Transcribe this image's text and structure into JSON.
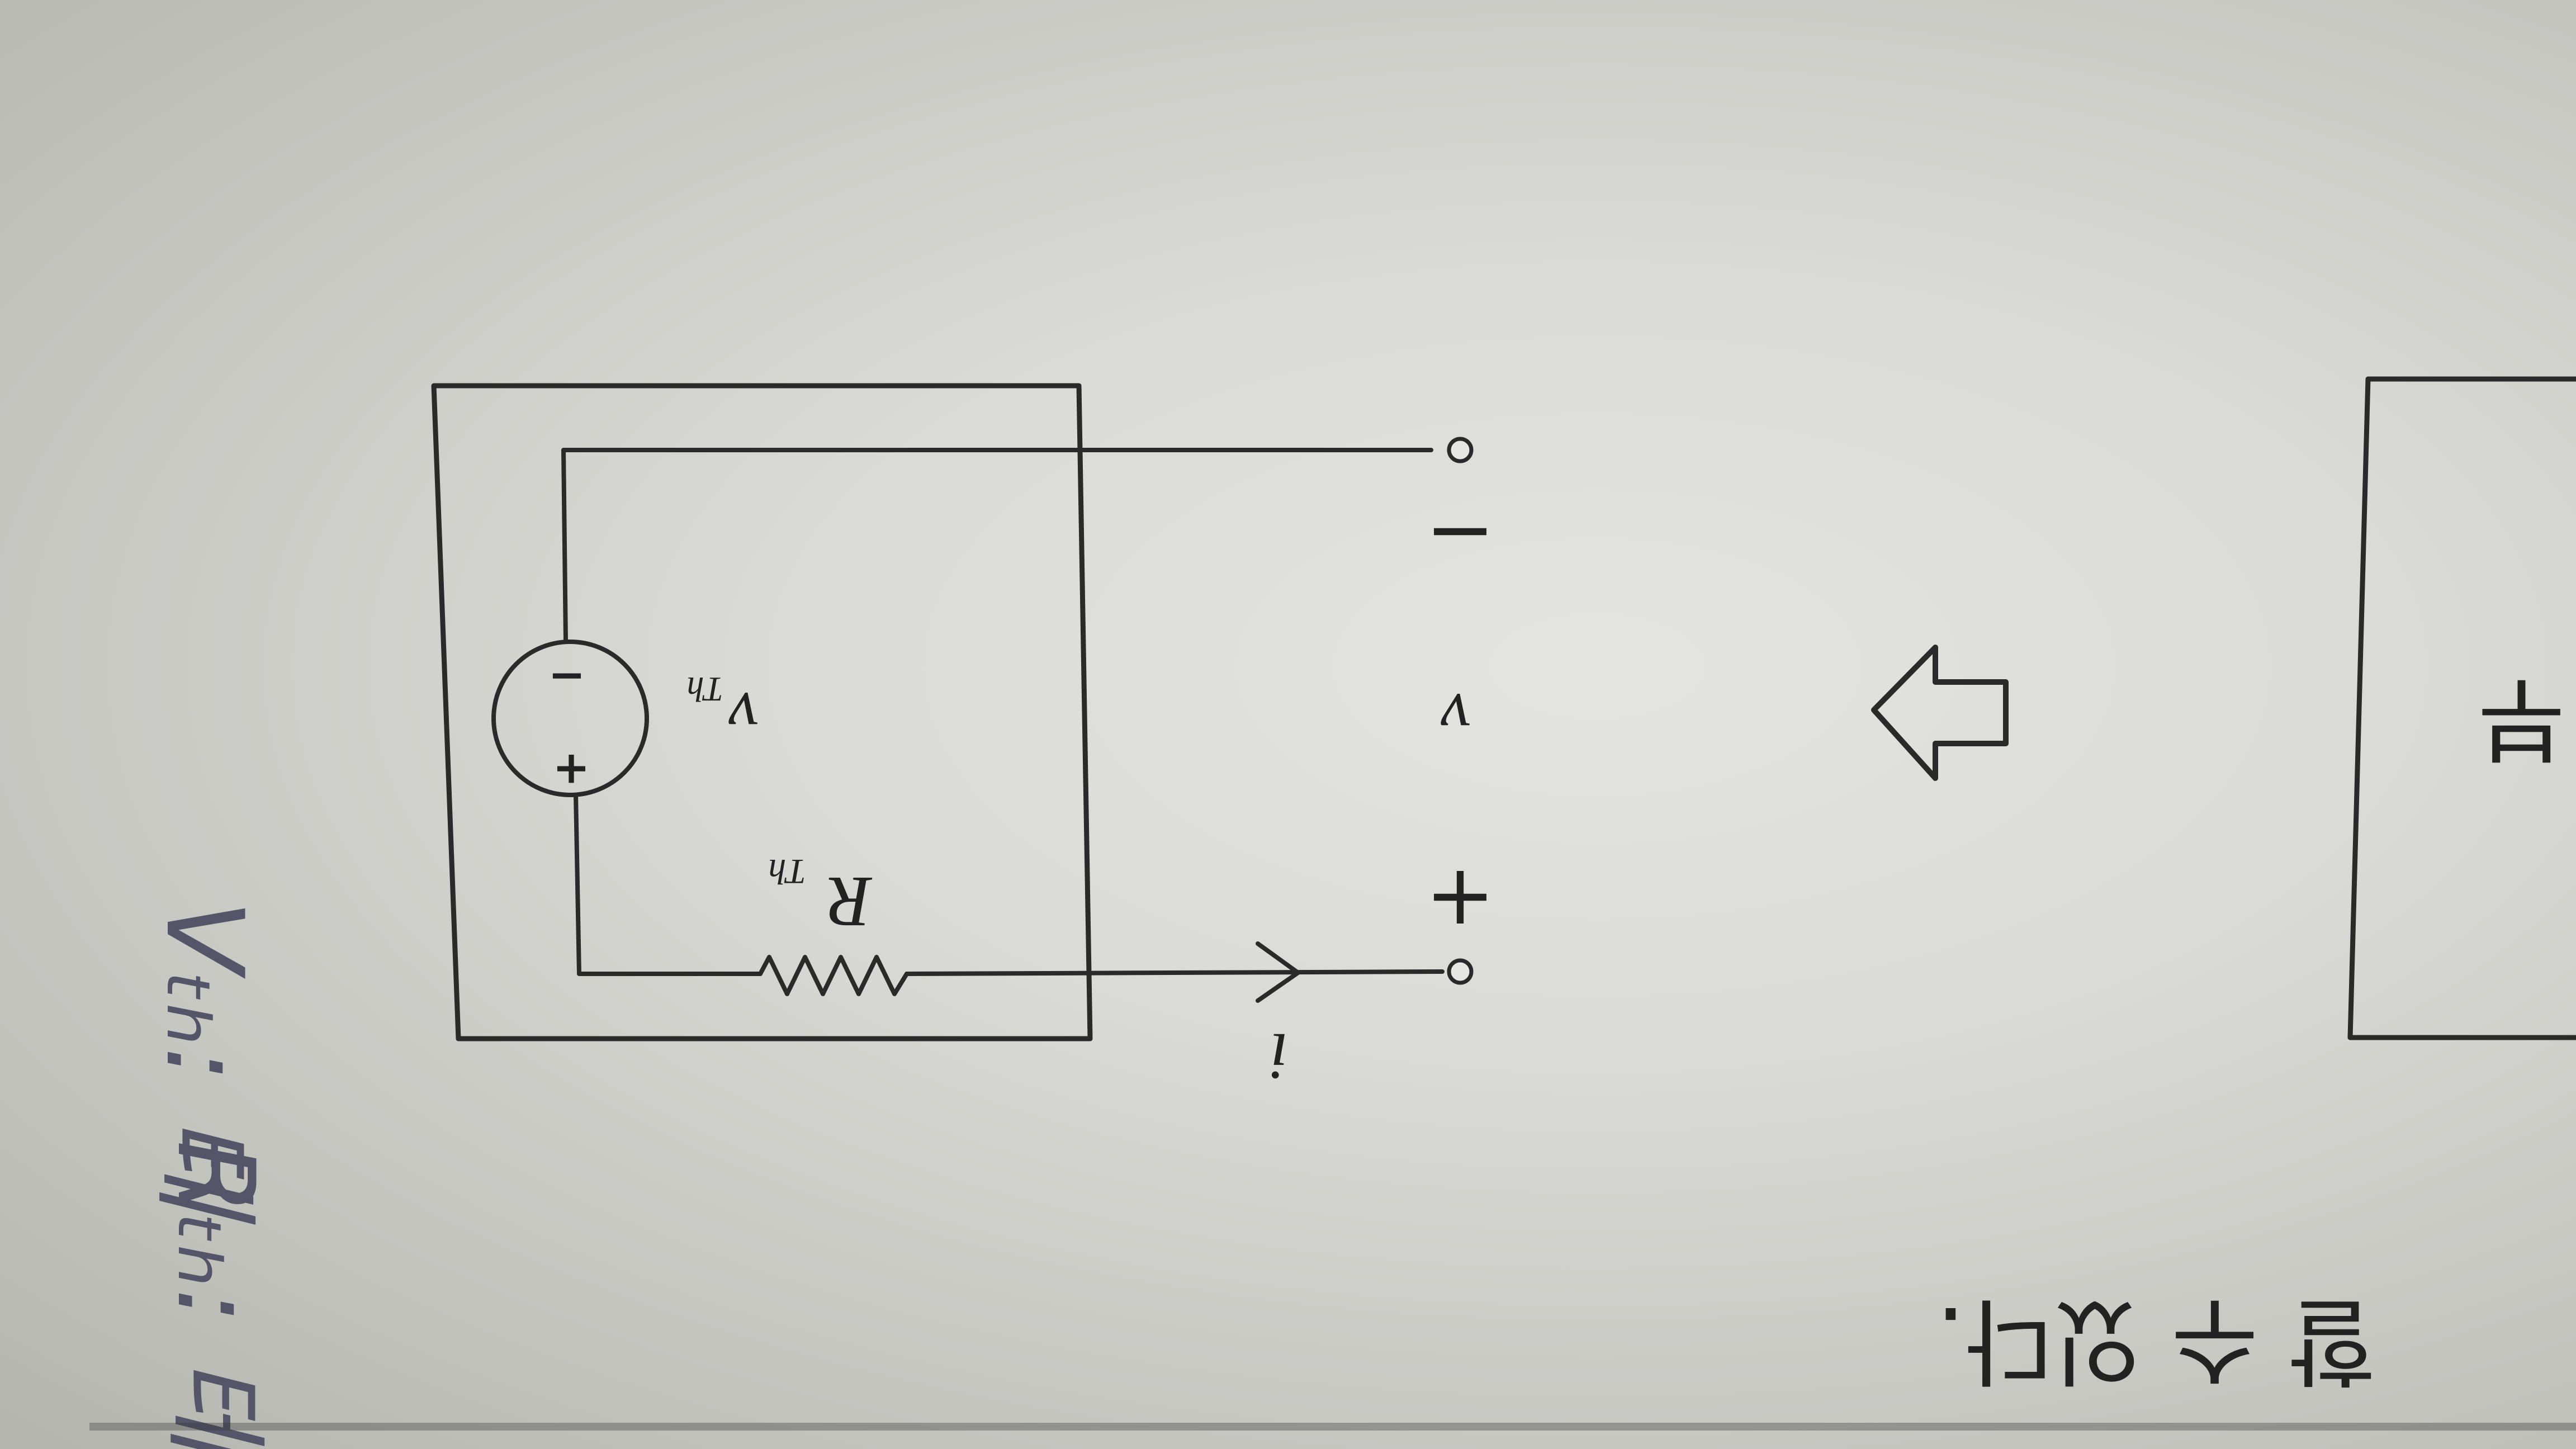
{
  "circuit": {
    "resistor_label": "R",
    "resistor_subscript": "Th",
    "source_label": "v",
    "source_subscript": "Th",
    "source_plus": "+",
    "source_minus": "−",
    "terminal_plus": "+",
    "terminal_minus": "−",
    "voltage_label": "v",
    "current_label": "i"
  },
  "handwriting": {
    "note_rth": "Rₜₕ: 테",
    "note_vth": "Vₜₕ: 테"
  },
  "text": {
    "right_box_glyph": "부",
    "bottom_line": "할 수 있다."
  },
  "colors": {
    "ink": "#2a2a2a",
    "pencil": "#55556a",
    "paper": "#dcdcd8"
  }
}
